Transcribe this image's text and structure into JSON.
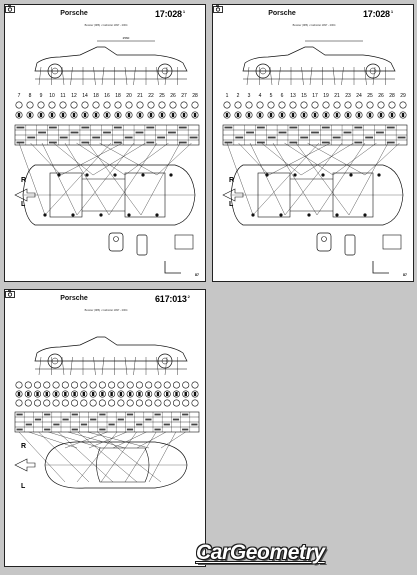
{
  "sheets": [
    {
      "brand": "Porsche",
      "subtitle": "Boxster (986) • Cabriolet 1997 - 2004",
      "code": "17:028",
      "code_sup": "1",
      "page_number": "87",
      "dim_label": "2560",
      "left_dir": "L",
      "right_dir": "R",
      "row_numbers": [
        "7",
        "8",
        "9",
        "10",
        "11",
        "12",
        "14",
        "18",
        "16",
        "18",
        "20",
        "21",
        "22",
        "25",
        "26",
        "27",
        "28"
      ]
    },
    {
      "brand": "Porsche",
      "subtitle": "Boxster (986) • Cabriolet 1997 - 2004",
      "code": "17:028",
      "code_sup": "1",
      "page_number": "87",
      "dim_label": "",
      "left_dir": "L",
      "right_dir": "R",
      "row_numbers": [
        "1",
        "2",
        "3",
        "4",
        "5",
        "6",
        "13",
        "15",
        "17",
        "19",
        "21",
        "23",
        "24",
        "25",
        "26",
        "28",
        "29"
      ]
    },
    {
      "brand": "Porsche",
      "subtitle": "Boxster (986) • Cabriolet 1997 - 2004",
      "code": "617:013",
      "code_sup": "2",
      "page_number": "",
      "dim_label": "",
      "left_dir": "L",
      "right_dir": "R",
      "row_numbers": []
    }
  ],
  "watermark": "CarGeometry",
  "colors": {
    "background": "#c6c6c6",
    "sheet": "#ffffff",
    "ink": "#111111"
  },
  "icons": [
    "camera-icon",
    "arrow-left-icon",
    "bolt-icon"
  ]
}
